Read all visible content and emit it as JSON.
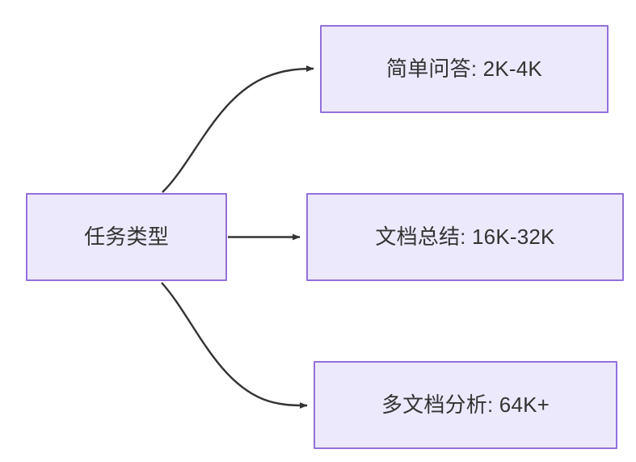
{
  "diagram": {
    "type": "flowchart",
    "direction": "left-to-right",
    "background_color": "#ffffff",
    "node_fill_color": "#ece9fd",
    "node_border_color": "#9370db",
    "edge_color": "#333333",
    "text_color": "#333333",
    "root": {
      "id": "root",
      "label": "任务类型"
    },
    "branches": [
      {
        "id": "simple-qa",
        "label": "简单问答: 2K-4K",
        "task": "简单问答",
        "context_length": "2K-4K",
        "edge_style": "curved"
      },
      {
        "id": "doc-summary",
        "label": "文档总结: 16K-32K",
        "task": "文档总结",
        "context_length": "16K-32K",
        "edge_style": "straight"
      },
      {
        "id": "multi-doc",
        "label": "多文档分析: 64K+",
        "task": "多文档分析",
        "context_length": "64K+",
        "edge_style": "curved"
      }
    ]
  }
}
